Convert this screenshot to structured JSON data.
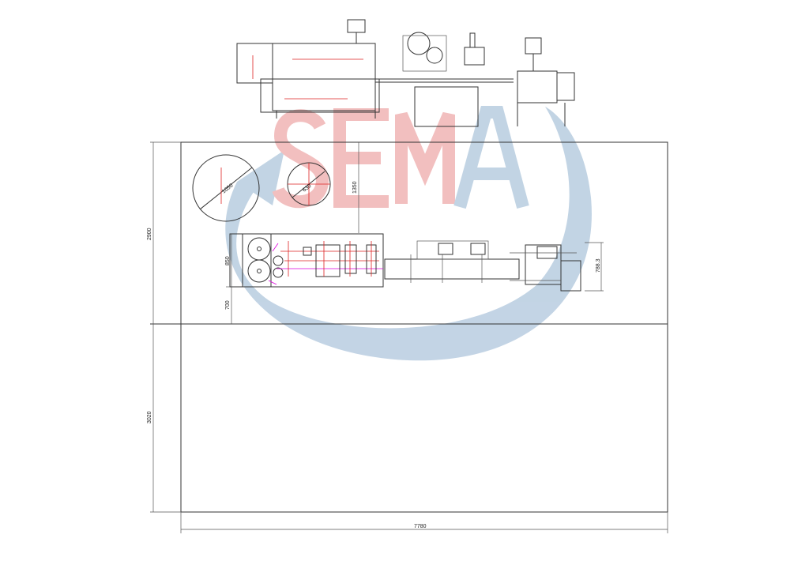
{
  "watermark": {
    "text": "SEMA",
    "colors": {
      "letters_pink": "#f0b4b4",
      "swoosh_blue": "#b8cde0"
    }
  },
  "dimensions": {
    "room_upper_height": "2900",
    "room_lower_height": "3020",
    "room_width": "7780",
    "reel_large_diameter": "1050",
    "reel_small_diameter": "630",
    "clearance_top": "1350",
    "machine_depth": "850",
    "clearance_bottom": "700",
    "checkweigher_depth": "788.3"
  },
  "colors": {
    "line": "#333333",
    "centerline": "#dd2222",
    "film_path": "#dd00dd"
  }
}
